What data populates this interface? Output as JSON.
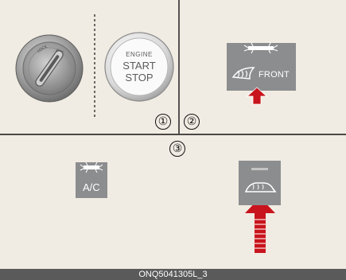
{
  "engine_button": {
    "line1": "ENGINE",
    "line2": "START",
    "line3": "STOP"
  },
  "front_defrost_button": {
    "label": "FRONT"
  },
  "ac_button": {
    "label": "A/C"
  },
  "callouts": {
    "one": "①",
    "two": "②",
    "three": "③"
  },
  "caption": "ONQ5041305L_3",
  "colors": {
    "background": "#f1ece3",
    "button_gray": "#8c8d8f",
    "arrow_red": "#c8141c",
    "caption_bar": "#5a5a5a"
  },
  "icons": [
    "ignition-key-cylinder-icon",
    "engine-start-stop-button-icon",
    "front-windshield-defroster-icon",
    "rear-window-defroster-icon",
    "indicator-light-icon",
    "red-arrow-icon"
  ]
}
